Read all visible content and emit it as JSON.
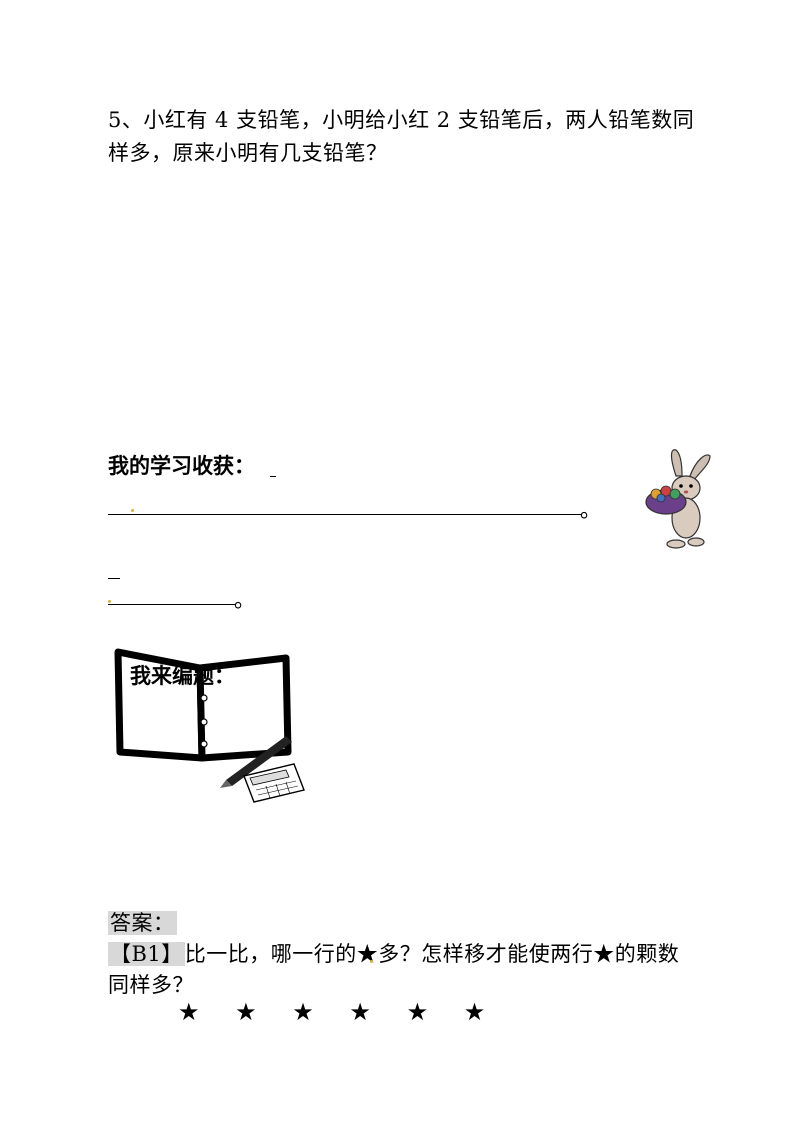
{
  "question5": {
    "line1": "5、小红有 4 支铅笔，小明给小红 2 支铅笔后，两人铅笔数同",
    "line2": "样多，原来小明有几支铅笔？"
  },
  "harvest": {
    "label": "我的学习收获：",
    "end_mark_1": "。",
    "end_mark_2": "。"
  },
  "compose": {
    "label": "我来编题："
  },
  "answer": {
    "label": "答案：",
    "b1_tag": "【B1】",
    "b1_line1": "比一比，哪一行的★多？怎样移才能使两行★的颗数",
    "b1_line2": "同样多？",
    "stars": "★ ★ ★ ★ ★ ★"
  }
}
